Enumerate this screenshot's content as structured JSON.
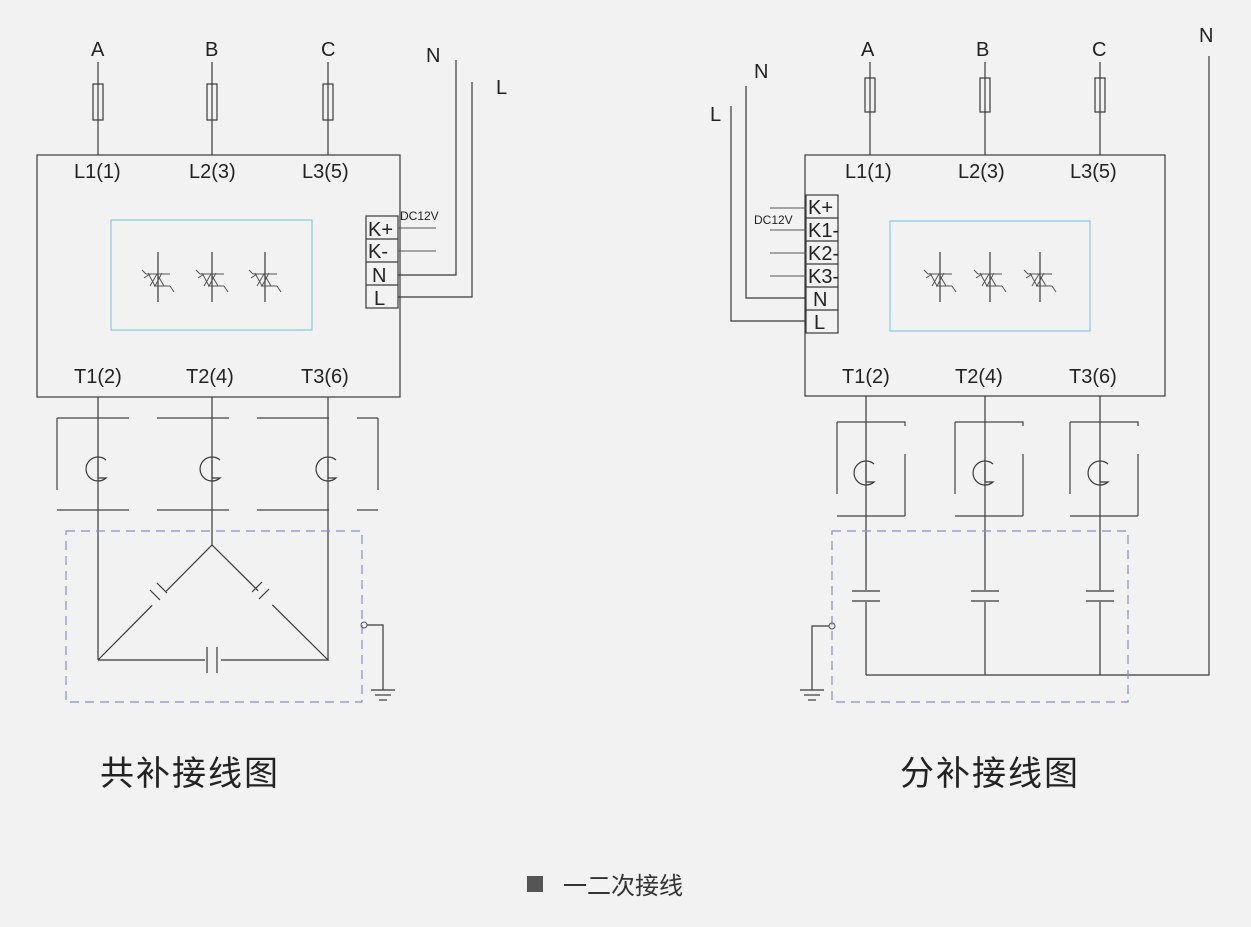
{
  "left_diagram": {
    "caption": "共补接线图",
    "phases": [
      "A",
      "B",
      "C"
    ],
    "inputs": [
      "L1(1)",
      "L2(3)",
      "L3(5)"
    ],
    "outputs": [
      "T1(2)",
      "T2(4)",
      "T3(6)"
    ],
    "terminals": [
      "K+",
      "K-",
      "N",
      "L"
    ],
    "supply": [
      "N",
      "L"
    ],
    "dc_label": "DC12V"
  },
  "right_diagram": {
    "caption": "分补接线图",
    "phases": [
      "A",
      "B",
      "C"
    ],
    "inputs": [
      "L1(1)",
      "L2(3)",
      "L3(5)"
    ],
    "outputs": [
      "T1(2)",
      "T2(4)",
      "T3(6)"
    ],
    "terminals": [
      "K+",
      "K1-",
      "K2-",
      "K3-",
      "N",
      "L"
    ],
    "supply": [
      "L",
      "N"
    ],
    "neutral": "N",
    "dc_label": "DC12V"
  },
  "footer": {
    "label": "一二次接线"
  },
  "colors": {
    "line": "#3a3a3a",
    "module_border": "#6fc3e6",
    "ground_box": "#8a8ad6",
    "background": "#f2f2f2"
  }
}
